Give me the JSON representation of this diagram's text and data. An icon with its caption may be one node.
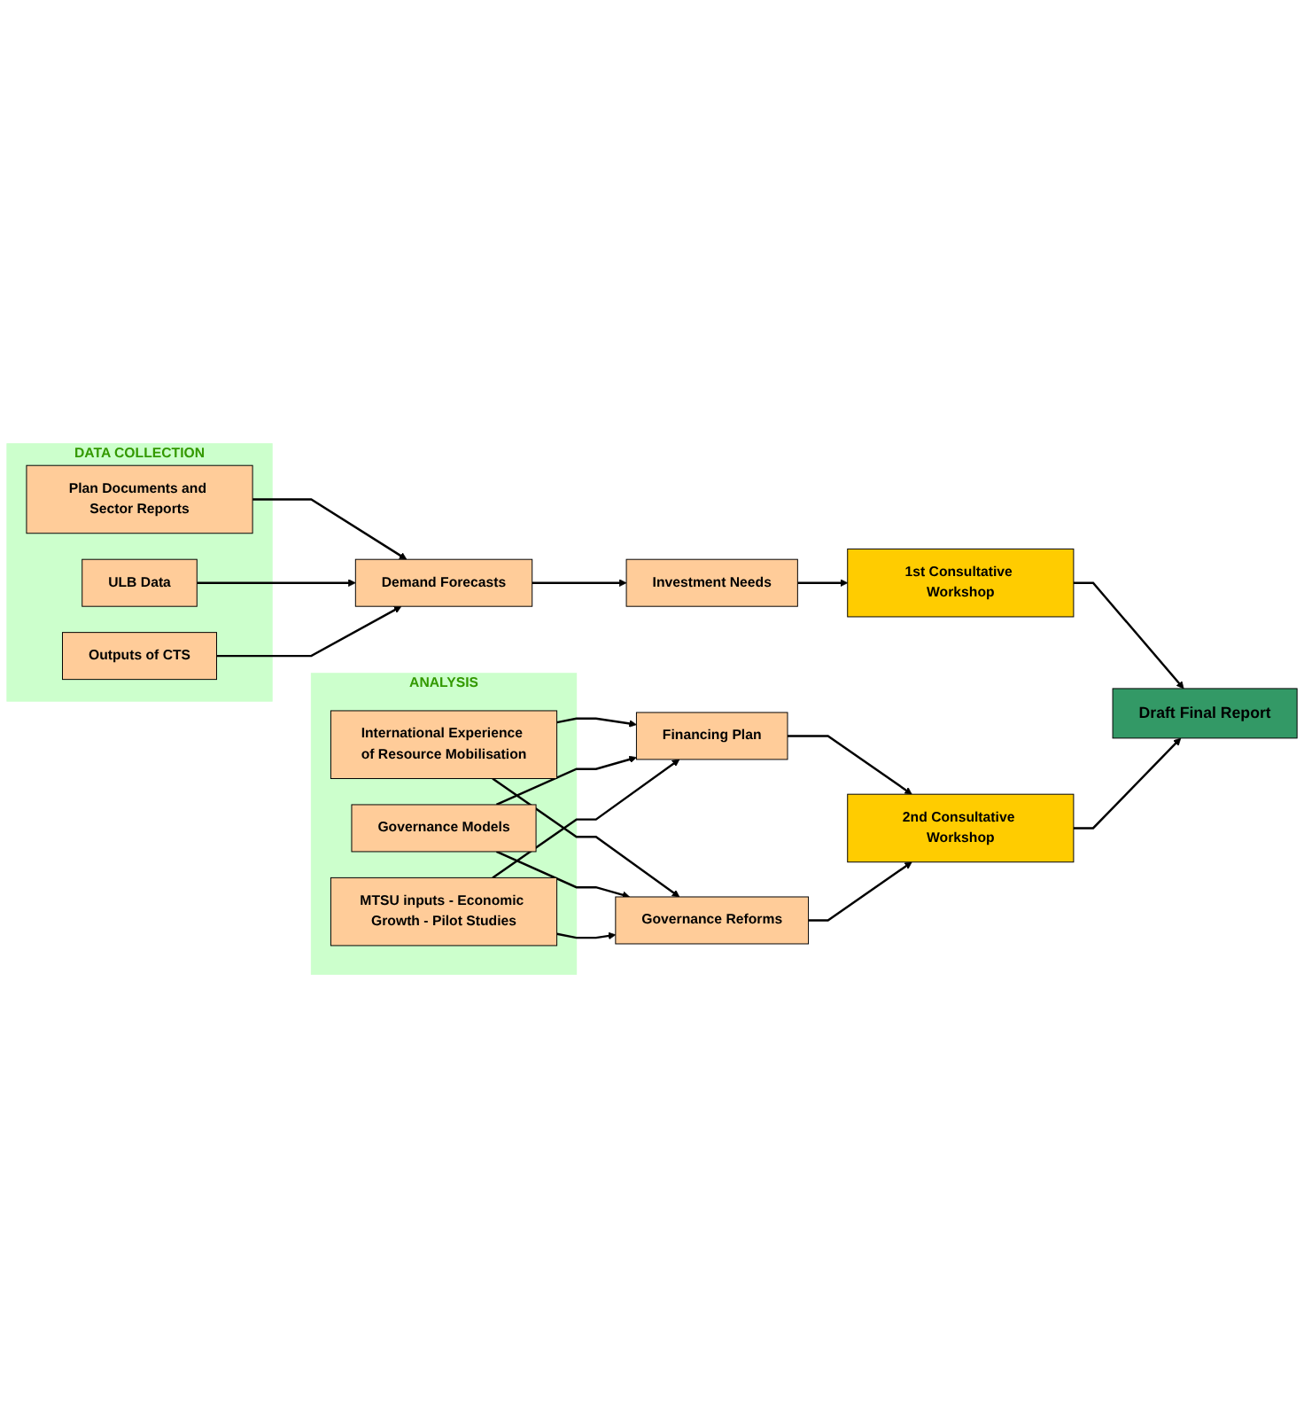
{
  "diagram": {
    "nodes": [
      {
        "text": [
          "DATA COLLECTION"
        ]
      },
      {
        "text": [
          "Plan Documents and Sector Reports"
        ],
        "in": 0
      },
      {
        "text": [
          "ULB Data"
        ],
        "in": 0
      },
      {
        "text": [
          "Outputs of CTS"
        ],
        "in": 0
      },
      {
        "text": [
          "Demand Forecasts"
        ]
      },
      {
        "text": [
          "Investment Needs"
        ]
      },
      {
        "text": [
          "1st Consultative Workshop"
        ]
      },
      {
        "text": [
          "ANALYSIS"
        ]
      },
      {
        "text": [
          "International Experience of Resource Mobilisation"
        ],
        "in": 7
      },
      {
        "text": [
          "Governance Models"
        ],
        "in": 7
      },
      {
        "text": [
          "MTSU inputs - Economic Growth - Pilot Studies"
        ],
        "in": 7
      },
      {
        "text": [
          "Financing Plan"
        ]
      },
      {
        "text": [
          "Governance Reforms"
        ]
      },
      {
        "text": [
          "2nd Consultative Workshop"
        ]
      },
      {
        "text": [
          "Draft Final Report"
        ]
      }
    ],
    "edges": [
      {
        "from": 1,
        "to": 4,
        "arrow": "to"
      },
      {
        "from": 2,
        "to": 4,
        "arrow": "to"
      },
      {
        "from": 3,
        "to": 4,
        "arrow": "to"
      },
      {
        "from": 4,
        "to": 5,
        "arrow": "to"
      },
      {
        "from": 5,
        "to": 6,
        "arrow": "to"
      },
      {
        "from": 6,
        "to": 14,
        "arrow": "to"
      },
      {
        "from": 8,
        "to": 11,
        "arrow": "to"
      },
      {
        "from": 9,
        "to": 11,
        "arrow": "to"
      },
      {
        "from": 10,
        "to": 11,
        "arrow": "to"
      },
      {
        "from": 8,
        "to": 12,
        "arrow": "to"
      },
      {
        "from": 9,
        "to": 12,
        "arrow": "to"
      },
      {
        "from": 10,
        "to": 12,
        "arrow": "to"
      },
      {
        "from": 11,
        "to": 13,
        "arrow": "to"
      },
      {
        "from": 12,
        "to": 13,
        "arrow": "to"
      },
      {
        "from": 13,
        "to": 14,
        "arrow": "to"
      }
    ]
  }
}
